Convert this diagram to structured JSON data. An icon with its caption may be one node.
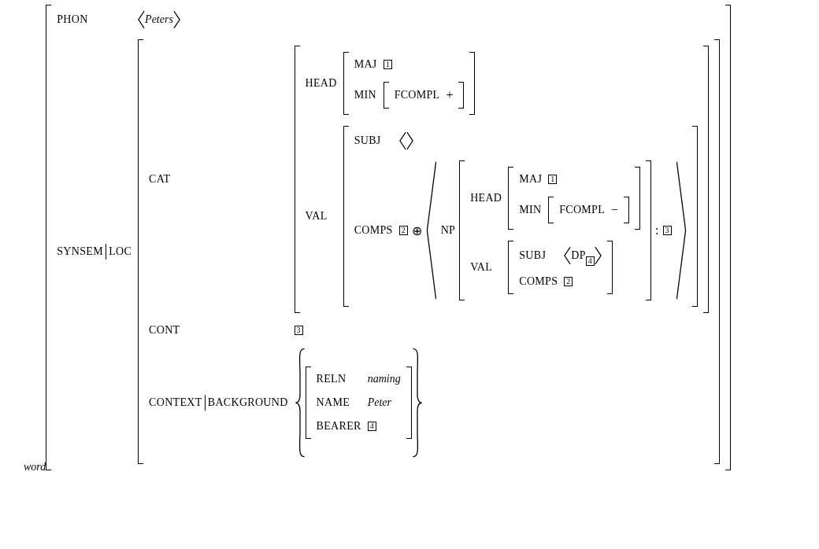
{
  "diagram": {
    "labels": [
      "PHON",
      "Peters",
      "SYNSEM",
      "LOC",
      "CAT",
      "HEAD",
      "MAJ",
      "1",
      "MIN",
      "FCOMPL",
      "+",
      "VAL",
      "SUBJ",
      "COMPS",
      "2",
      "⊕",
      "NP",
      "HEAD",
      "MAJ",
      "1",
      "MIN",
      "FCOMPL",
      "−",
      "VAL",
      "SUBJ",
      "DP",
      "4",
      "COMPS",
      "2",
      ":",
      "3",
      "CONT",
      "3",
      "CONTEXT",
      "BACKGROUND",
      "RELN",
      "naming",
      "NAME",
      "Peter",
      "BEARER",
      "4",
      "word"
    ]
  }
}
